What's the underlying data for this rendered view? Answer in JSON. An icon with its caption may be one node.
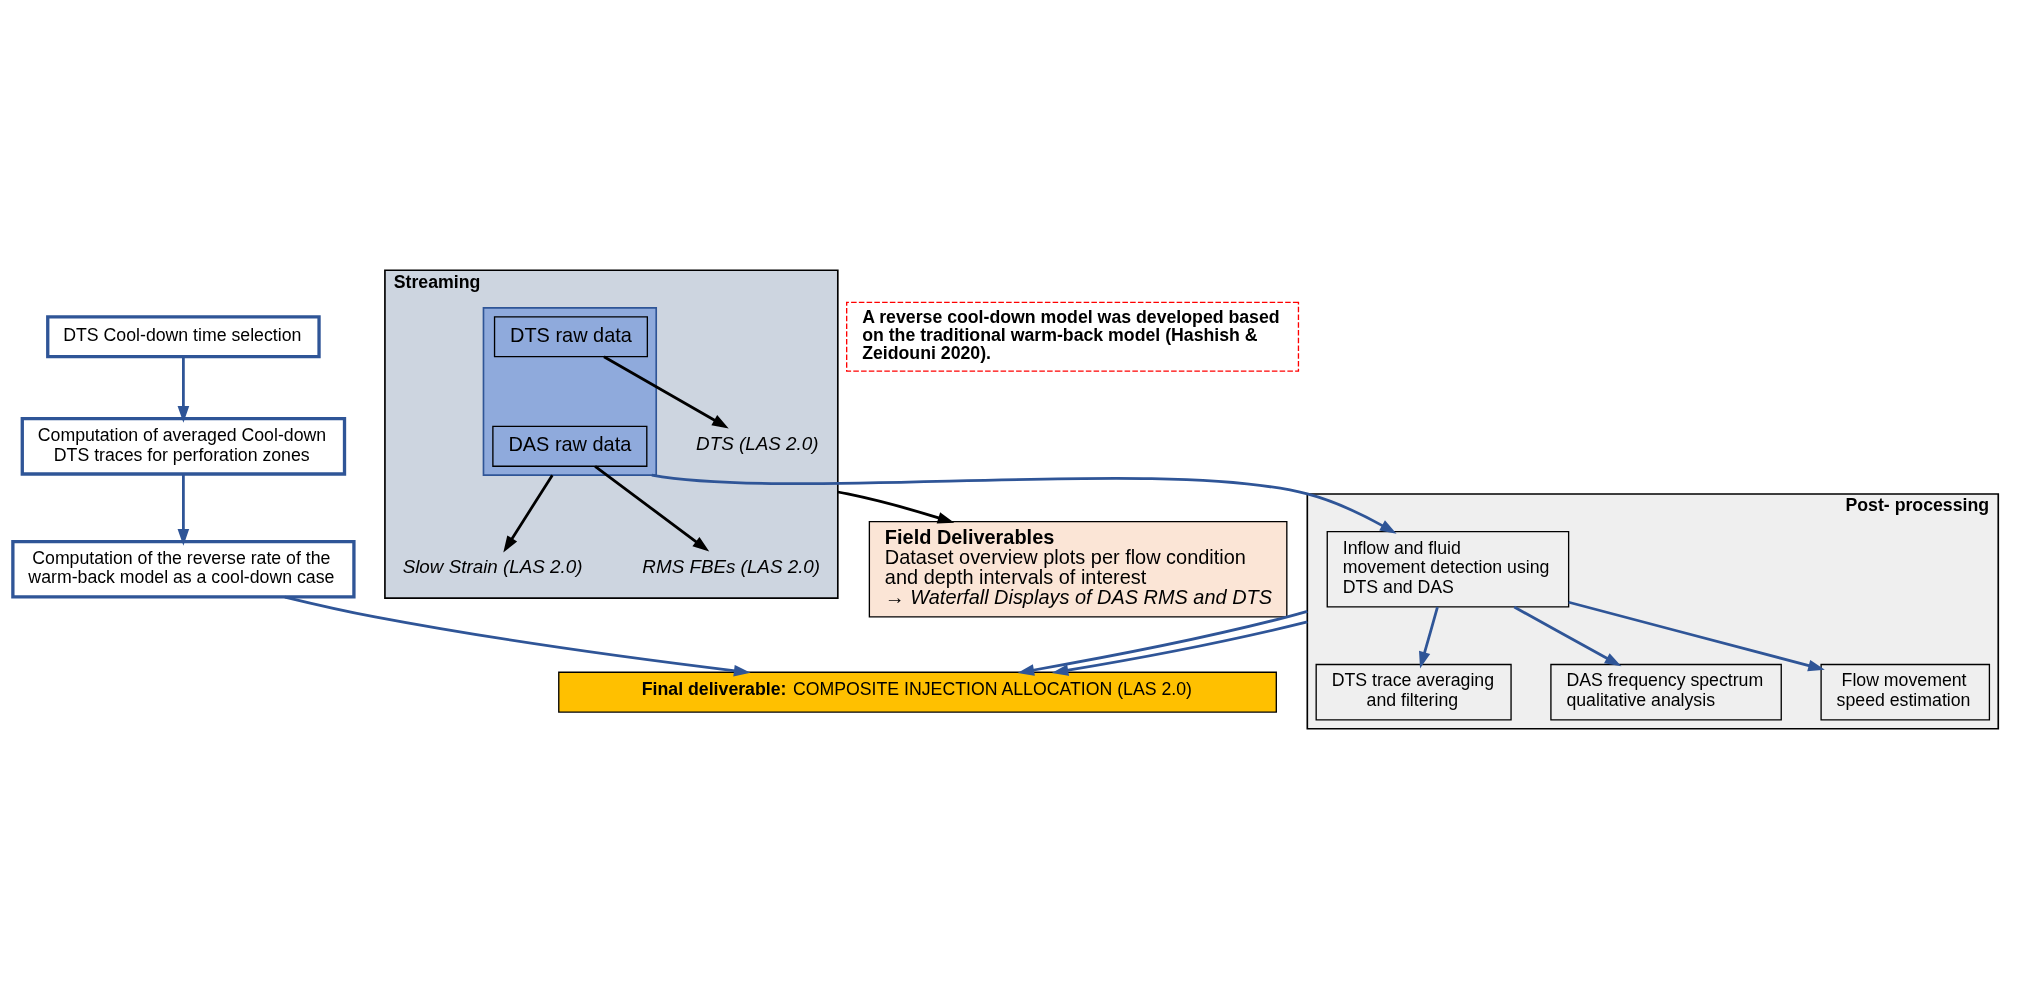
{
  "diagram": {
    "nodes": [
      {
        "text": [
          "Streaming"
        ]
      },
      {
        "text": [],
        "shape": "box",
        "in": 0
      },
      {
        "text": [
          "DAS raw data"
        ],
        "in": 1
      },
      {
        "text": [
          "DTS raw data"
        ],
        "in": 1
      },
      {
        "text": [
          "Slow Strain (LAS 2.0)"
        ],
        "in": 0
      },
      {
        "text": [
          "RMS FBEs (LAS 2.0)"
        ],
        "in": 0
      },
      {
        "text": [
          "DTS (LAS 2.0)"
        ],
        "in": 0
      },
      {
        "text": [
          "Field Deliverables",
          "Dataset overview plots per flow condition and depth intervals of interest",
          "→ Waterfall Displays of DAS RMS and DTS"
        ]
      },
      {
        "text": [
          "A reverse cool-down model was developed based on the traditional warm-back model (Hashish & Zeidouni 2020)."
        ]
      },
      {
        "text": [
          "Post- processing"
        ]
      },
      {
        "text": [
          "Inflow and fluid movement detection using DTS and DAS"
        ],
        "in": 9
      },
      {
        "text": [
          "DTS trace averaging and filtering"
        ],
        "in": 9
      },
      {
        "text": [
          "DAS frequency spectrum qualitative analysis"
        ],
        "in": 9
      },
      {
        "text": [
          "Flow movement speed estimation"
        ],
        "in": 9
      },
      {
        "text": [
          "DTS Cool-down time selection"
        ]
      },
      {
        "text": [
          "Computation of averaged Cool-down DTS traces for perforation zones"
        ]
      },
      {
        "text": [
          "Computation of the reverse rate of the warm-back model as a cool-down case"
        ]
      },
      {
        "text": [
          "**Final deliverable:** COMPOSITE INJECTION ALLOCATION (LAS 2.0)"
        ]
      }
    ],
    "edges": [
      {
        "from": 1,
        "to": 4,
        "arrow": "to",
        "color": "#000000"
      },
      {
        "from": 2,
        "to": 5,
        "arrow": "to",
        "color": "#000000"
      },
      {
        "from": 3,
        "to": 6,
        "arrow": "to",
        "color": "#000000"
      },
      {
        "from": 0,
        "to": 7,
        "arrow": "to",
        "color": "#000000"
      },
      {
        "from": 1,
        "to": 10,
        "arrow": "to"
      },
      {
        "from": 10,
        "to": 11,
        "arrow": "to"
      },
      {
        "from": 10,
        "to": 12,
        "arrow": "to"
      },
      {
        "from": 10,
        "to": 13,
        "arrow": "to"
      },
      {
        "from": 9,
        "to": 17,
        "arrow": "to"
      },
      {
        "from": 9,
        "to": 17,
        "arrow": "to"
      },
      {
        "from": 14,
        "to": 15,
        "arrow": "to"
      },
      {
        "from": 15,
        "to": 16,
        "arrow": "to"
      },
      {
        "from": 16,
        "to": 17,
        "arrow": "to"
      }
    ]
  }
}
